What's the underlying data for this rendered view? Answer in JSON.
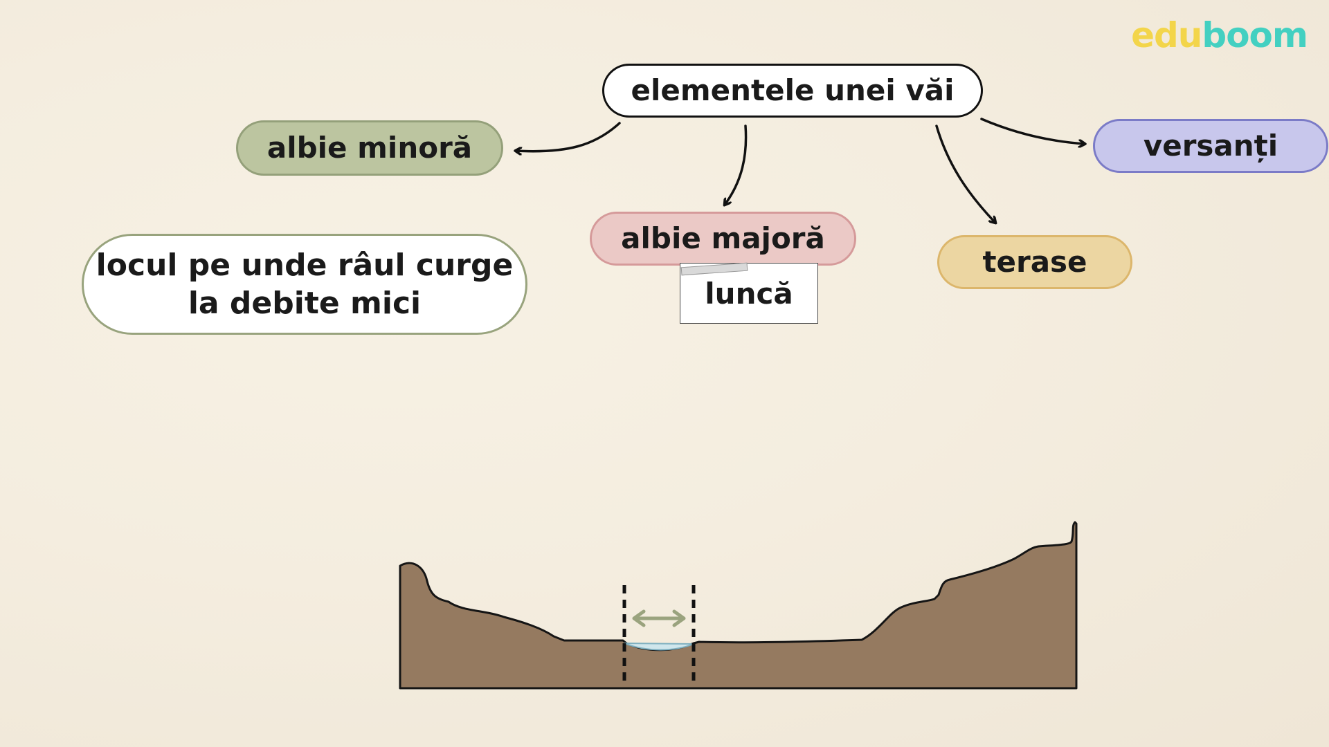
{
  "logo": {
    "part1": "edu",
    "part2": "boom",
    "color1": "#f3d54a",
    "color2": "#43d0c1"
  },
  "diagram": {
    "root": "elementele unei văi",
    "nodes": {
      "albie_minora": "albie minoră",
      "albie_majora": "albie majoră",
      "terase": "terase",
      "versanti": "versanți"
    },
    "definition": {
      "line1": "locul pe unde râul curge",
      "line2": "la debite mici"
    },
    "lunca": "luncă"
  },
  "colors": {
    "albie_minora": "#bcc5a0",
    "albie_majora": "#ebc9c6",
    "terase": "#ecd6a2",
    "versanti": "#c8c7ec",
    "terrain": "#957a60",
    "water": "#cfe6ec",
    "width_arrow": "#9aa37e"
  }
}
